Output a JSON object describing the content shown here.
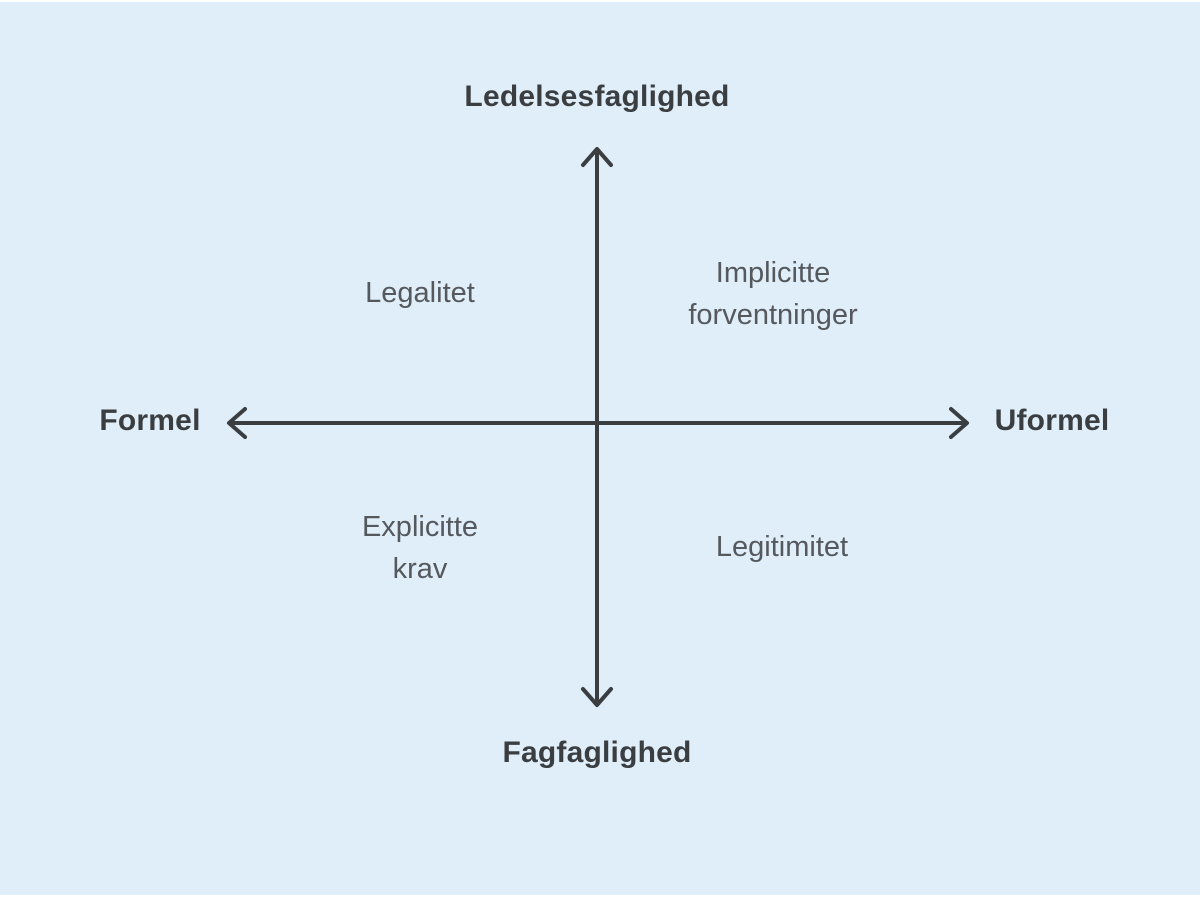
{
  "diagram": {
    "background_color": "#dfeef9",
    "axis_color": "#3b3e41",
    "quadrant_label_color": "#55585c",
    "vertical_axis": {
      "top_label": "Ledelsesfaglighed",
      "bottom_label": "Fagfaglighed"
    },
    "horizontal_axis": {
      "left_label": "Formel",
      "right_label": "Uformel"
    },
    "quadrants": {
      "top_left": "Legalitet",
      "top_right": "Implicitte forventninger",
      "bottom_left": "Explicitte krav",
      "bottom_right": "Legitimitet"
    }
  }
}
